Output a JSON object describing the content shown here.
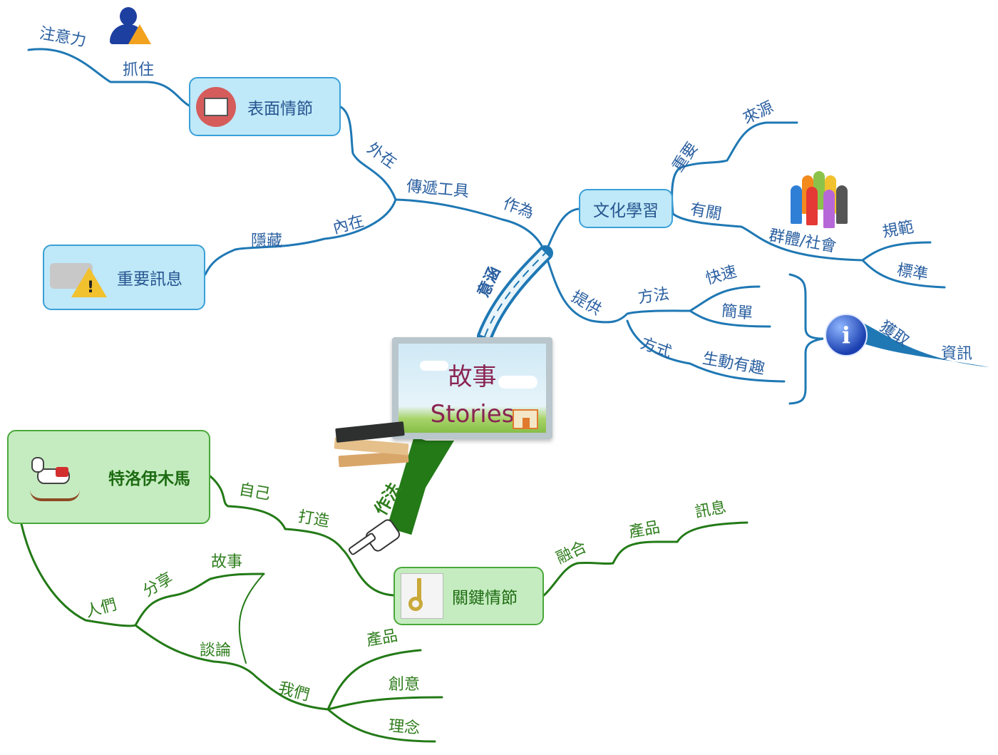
{
  "center": {
    "title": "故事",
    "subtitle": "Stories"
  },
  "connectors": {
    "upper": "意涵",
    "lower": "作法"
  },
  "upper_left": {
    "surface_plot": {
      "box_label": "表面情節",
      "grab": "抓住",
      "attention": "注意力"
    },
    "outer": "外在",
    "tool": "傳遞工具",
    "inner": "內在",
    "hidden": "隱藏",
    "message_box": "重要訊息",
    "as": "作為"
  },
  "upper_right": {
    "culture_box": "文化學習",
    "important": "重要",
    "source": "來源",
    "related": "有關",
    "group": "群體/社會",
    "norm": "規範",
    "standard": "標準",
    "provide": "提供",
    "method": "方法",
    "fast": "快速",
    "simple": "簡單",
    "way": "方式",
    "lively": "生動有趣",
    "obtain": "獲取",
    "info": "資訊"
  },
  "lower": {
    "trojan_box": "特洛伊木馬",
    "self": "自己",
    "build": "打造",
    "key_box": "關鍵情節",
    "fuse": "融合",
    "product": "產品",
    "message": "訊息",
    "people": "人們",
    "share": "分享",
    "story": "故事",
    "discuss": "談論",
    "we": "我們",
    "product2": "產品",
    "creativity": "創意",
    "concept": "理念"
  },
  "colors": {
    "blue_branch": "#1f78b4",
    "green_branch": "#237a17",
    "center_text": "#8a2452"
  }
}
